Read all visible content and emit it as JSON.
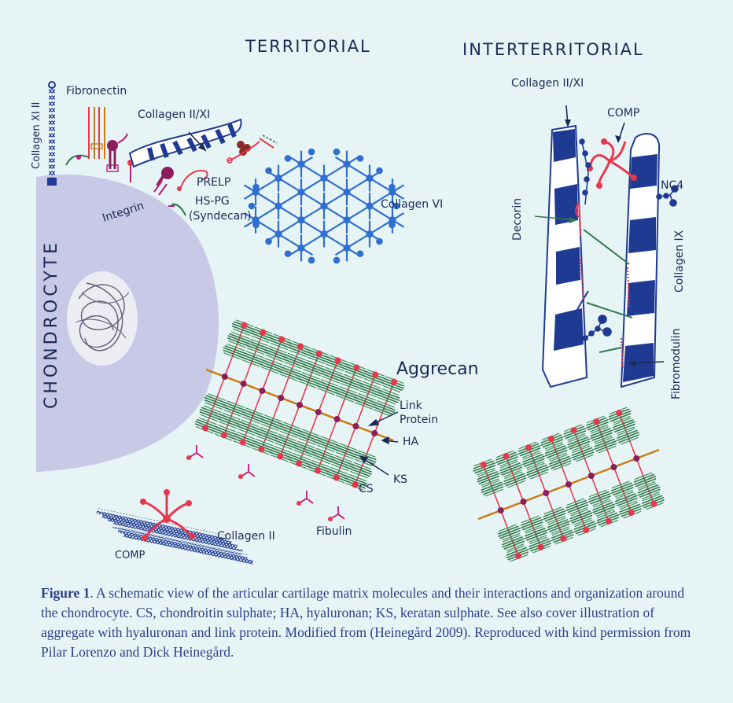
{
  "headers": {
    "territorial": "TERRITORIAL",
    "interterritorial": "INTERTERRITORIAL"
  },
  "labels": {
    "collagen_xi_ii": "Collagen XI II",
    "fibronectin": "Fibronectin",
    "collagen_ii_xi_left": "Collagen II/XI",
    "prelp": "PRELP",
    "integrin": "Integrin",
    "hspg_line1": "HS-PG",
    "hspg_line2": "(Syndecan)",
    "collagen_vi": "Collagen VI",
    "chondrocyte": "CHONDROCYTE",
    "aggrecan": "Aggrecan",
    "link_protein_line1": "Link",
    "link_protein_line2": "Protein",
    "ha": "HA",
    "ks": "KS",
    "cs": "CS",
    "fibulin": "Fibulin",
    "collagen_ii": "Collagen II",
    "comp_left": "COMP",
    "collagen_ii_xi_right": "Collagen II/XI",
    "comp_right": "COMP",
    "nc4": "NC4",
    "decorin": "Decorin",
    "collagen_ix": "Collagen IX",
    "fibromodulin": "Fibromodulin"
  },
  "caption": {
    "figure_label": "Figure 1",
    "text": ". A schematic view of the articular cartilage matrix molecules and their interactions and organization around the chondrocyte. CS, chondroitin sulphate; HA, hyaluronan; KS, keratan sulphate. See also cover illustration of aggregate with hyaluronan and link protein. Modified from (Heinegård 2009). Reproduced with kind permission from Pilar Lorenzo and Dick Heinegård."
  },
  "colors": {
    "background": "#e7f4f5",
    "text_blue": "#1a2a55",
    "caption_blue": "#2c3f8a",
    "cell": "#c7c9e6",
    "nucleus": "#ececf3",
    "collagen": "#1f3a93",
    "link_red": "#e8384f",
    "ha_orange": "#c97a14",
    "aggrecan_green": "#2f7a4a",
    "purple": "#8b1f5e",
    "magenta": "#c2187a"
  }
}
